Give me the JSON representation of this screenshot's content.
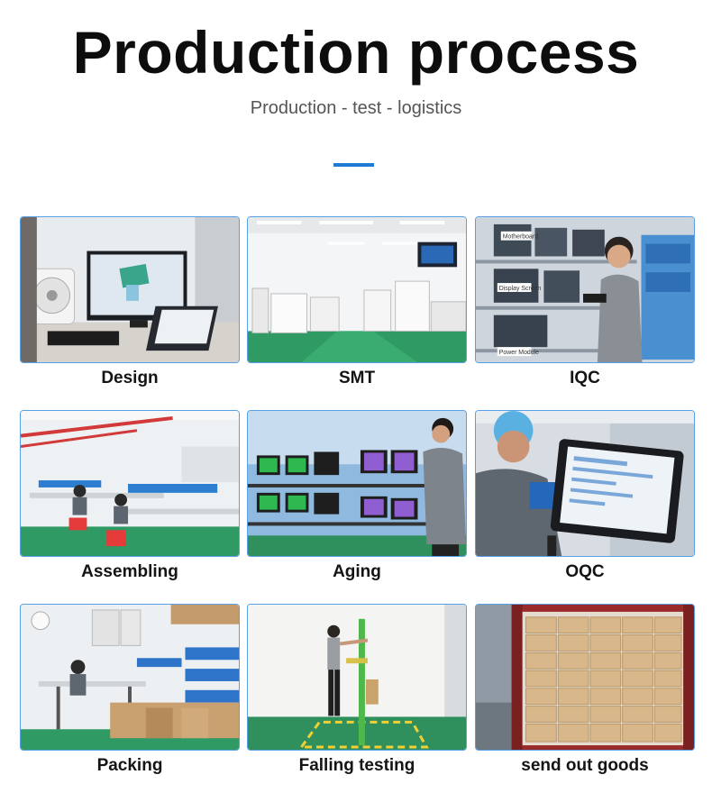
{
  "header": {
    "title": "Production process",
    "subtitle": "Production - test - logistics"
  },
  "steps": [
    {
      "label": "Design"
    },
    {
      "label": "SMT"
    },
    {
      "label": "IQC"
    },
    {
      "label": "Assembling"
    },
    {
      "label": "Aging"
    },
    {
      "label": "OQC"
    },
    {
      "label": "Packing"
    },
    {
      "label": "Falling testing"
    },
    {
      "label": "send out goods"
    }
  ],
  "photo_labels": {
    "shelf_1": "Motherboard",
    "shelf_2": "Display Screen",
    "shelf_3": "Power Module"
  },
  "colors": {
    "accent": "#1f7ad6",
    "card_border": "#5aa0e6"
  }
}
